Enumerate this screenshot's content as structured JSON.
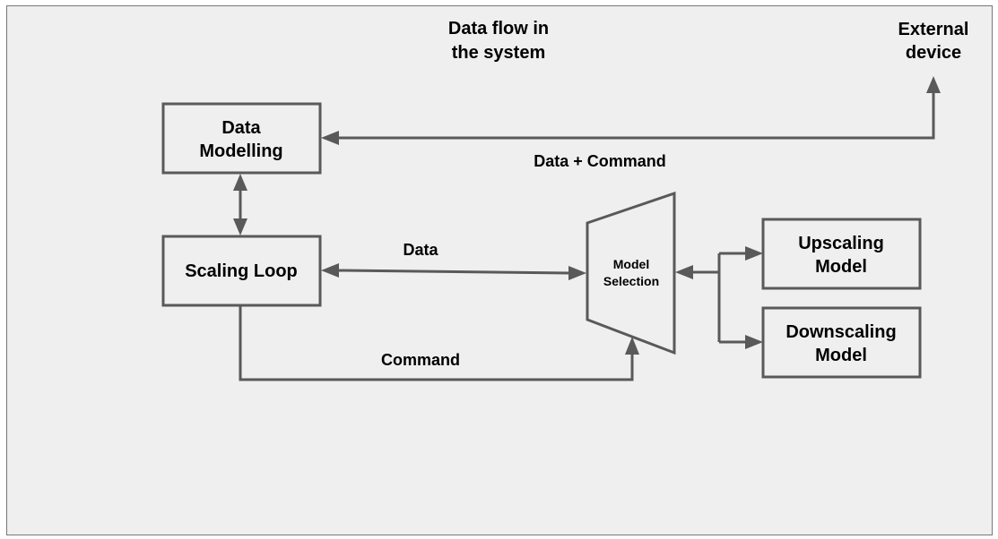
{
  "title": [
    "Data flow in",
    "the system"
  ],
  "external_device": [
    "External",
    "device"
  ],
  "nodes": {
    "data_modelling": [
      "Data",
      "Modelling"
    ],
    "scaling_loop": "Scaling Loop",
    "model_selection": [
      "Model",
      "Selection"
    ],
    "upscaling_model": [
      "Upscaling",
      "Model"
    ],
    "downscaling_model": [
      "Downscaling",
      "Model"
    ]
  },
  "edges": {
    "data_command": "Data + Command",
    "data": "Data",
    "command": "Command"
  },
  "colors": {
    "background": "#efefef",
    "stroke": "#595959"
  }
}
